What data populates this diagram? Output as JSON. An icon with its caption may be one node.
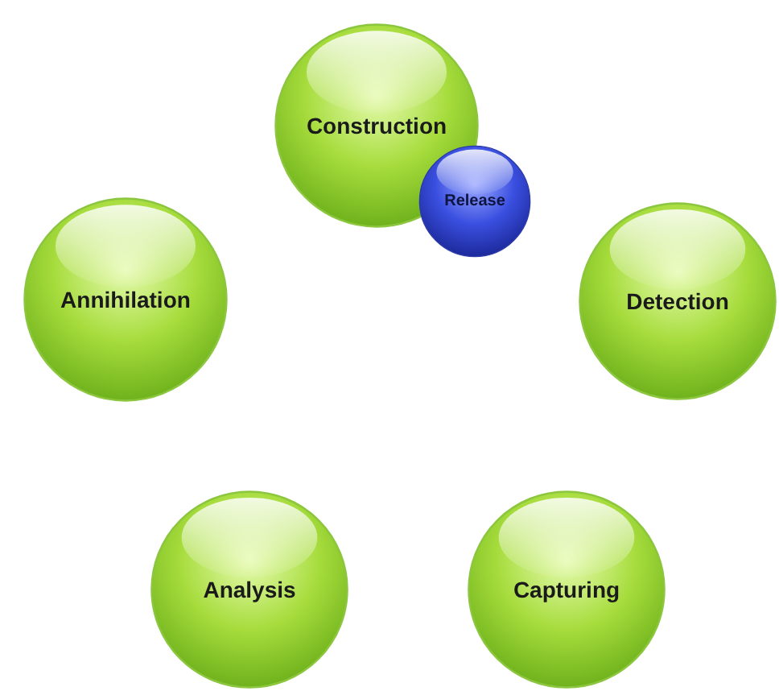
{
  "diagram": {
    "nodes": [
      {
        "text": [
          "Construction"
        ]
      },
      {
        "text": [
          "Release"
        ]
      },
      {
        "text": [
          "Annihilation"
        ]
      },
      {
        "text": [
          "Detection"
        ]
      },
      {
        "text": [
          "Analysis"
        ]
      },
      {
        "text": [
          "Capturing"
        ]
      }
    ]
  }
}
